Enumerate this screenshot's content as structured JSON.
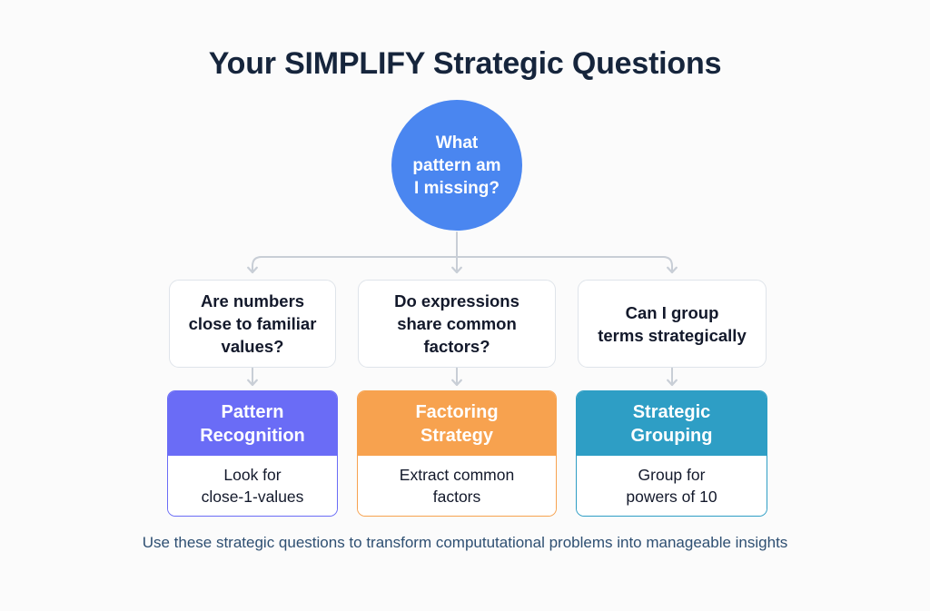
{
  "page": {
    "title": "Your SIMPLIFY Strategic Questions",
    "background_color": "#fbfbfb",
    "title_color": "#16253c"
  },
  "root": {
    "name": "root-question-node",
    "shape": "circle",
    "fill_color": "#4a86f0",
    "text_color": "#ffffff",
    "lines": [
      "What",
      "pattern am",
      "I missing?"
    ]
  },
  "connectors": {
    "stroke_color": "#c8ced6",
    "stroke_width": 2,
    "style": "orthogonal-elbow-with-arrowheads"
  },
  "questions": [
    {
      "id": "q-familiar-values",
      "lines": [
        "Are numbers",
        "close to familiar",
        "values?"
      ],
      "border_color": "#dfe4ea",
      "fill_color": "#ffffff",
      "text_color": "#13192b"
    },
    {
      "id": "q-common-factors",
      "lines": [
        "Do expressions",
        "share common",
        "factors?"
      ],
      "border_color": "#dfe4ea",
      "fill_color": "#ffffff",
      "text_color": "#13192b"
    },
    {
      "id": "q-group-terms",
      "lines": [
        "Can I group",
        "terms strategically"
      ],
      "border_color": "#dfe4ea",
      "fill_color": "#ffffff",
      "text_color": "#13192b"
    }
  ],
  "strategies": [
    {
      "id": "pattern-recognition",
      "header_lines": [
        "Pattern",
        "Recognition"
      ],
      "body_lines": [
        "Look for",
        "close-1-values"
      ],
      "accent_color": "#6a6cf6",
      "header_text_color": "#ffffff",
      "body_text_color": "#13192b"
    },
    {
      "id": "factoring-strategy",
      "header_lines": [
        "Factoring",
        "Strategy"
      ],
      "body_lines": [
        "Extract common",
        "factors"
      ],
      "accent_color": "#f7a24f",
      "header_text_color": "#ffffff",
      "body_text_color": "#13192b"
    },
    {
      "id": "strategic-grouping",
      "header_lines": [
        "Strategic",
        "Grouping"
      ],
      "body_lines": [
        "Group for",
        "powers of 10"
      ],
      "accent_color": "#2e9ec5",
      "header_text_color": "#ffffff",
      "body_text_color": "#13192b"
    }
  ],
  "footer": {
    "text": "Use these strategic questions to transform compututational problems into manageable insights",
    "color": "#2e4f72"
  }
}
